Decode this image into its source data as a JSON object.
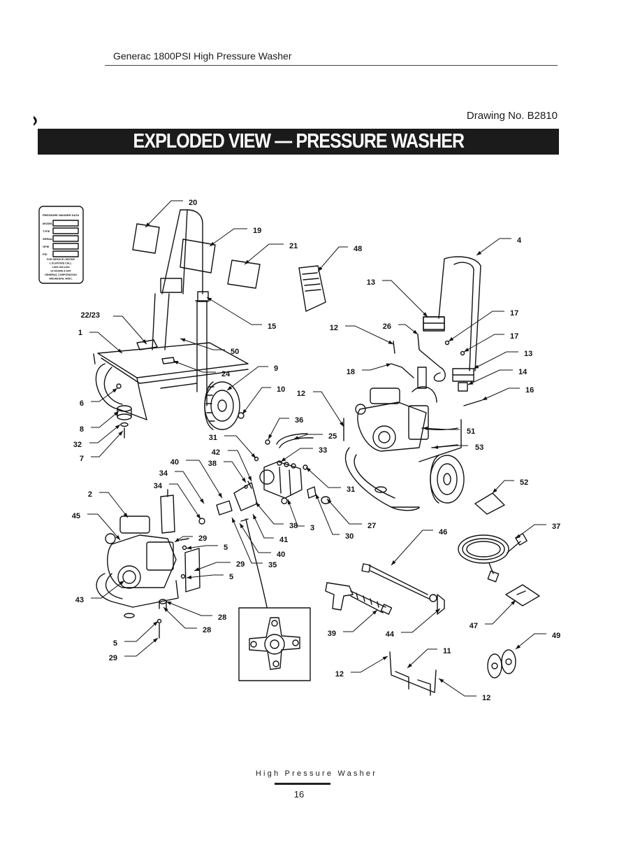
{
  "header": {
    "brand": "GENERAC",
    "product_line": "Generac 1800PSI  High Pressure Washer"
  },
  "drawing_number": "Drawing No. B2810",
  "title": "EXPLODED VIEW — PRESSURE WASHER",
  "data_plate": {
    "heading": "PRESSURE WASHER DATA",
    "fields": [
      "MODEL",
      "TYPE",
      "SERIAL",
      "GPM",
      "PSI"
    ],
    "note": [
      "FOR SERVICE CENTER",
      "LOCATIONS CALL",
      "1-800-333-1322",
      "24 HOURS A DAY",
      "GENERAC CORPORATION",
      "WAUKESHA, WISC."
    ]
  },
  "callouts": [
    "20",
    "19",
    "21",
    "48",
    "4",
    "1",
    "22/23",
    "15",
    "50",
    "24",
    "13",
    "17",
    "17",
    "12",
    "26",
    "18",
    "13",
    "14",
    "16",
    "9",
    "10",
    "6",
    "8",
    "32",
    "7",
    "12",
    "36",
    "25",
    "33",
    "31",
    "31",
    "42",
    "40",
    "38",
    "34",
    "34",
    "2",
    "45",
    "43",
    "51",
    "53",
    "52",
    "37",
    "46",
    "3",
    "27",
    "30",
    "41",
    "40",
    "35",
    "29",
    "5",
    "29",
    "5",
    "28",
    "28",
    "5",
    "29",
    "39",
    "44",
    "47",
    "49",
    "11",
    "12",
    "12",
    "38"
  ],
  "footer": {
    "caption": "High Pressure Washer",
    "page": "16"
  }
}
